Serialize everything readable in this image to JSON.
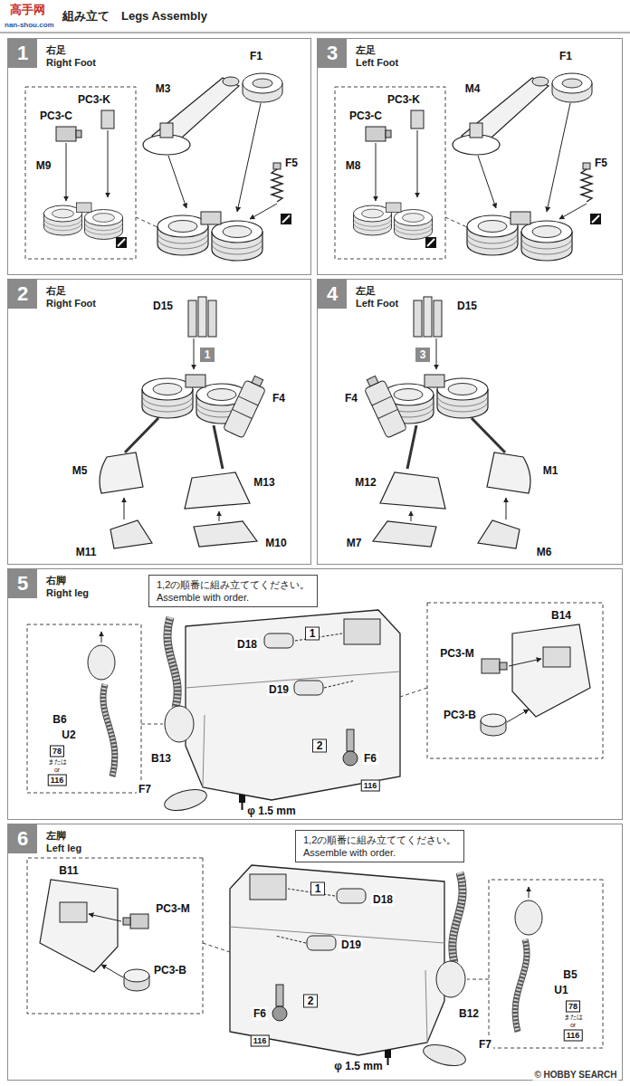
{
  "diagram": {
    "title": "組み立て　Legs Assembly",
    "nodes": [
      {
        "text": [
          "右足",
          "Right Foot"
        ]
      },
      {
        "text": [
          "1"
        ],
        "in": 0
      },
      {
        "text": [
          "左足",
          "Left Foot"
        ]
      },
      {
        "text": [
          "3"
        ],
        "in": 2
      },
      {
        "text": [
          "右足",
          "Right Foot"
        ]
      },
      {
        "text": [
          "2"
        ],
        "in": 4
      },
      {
        "text": [
          "左足",
          "Left Foot"
        ]
      },
      {
        "text": [
          "4"
        ],
        "in": 6
      },
      {
        "text": [
          "右脚",
          "Right leg"
        ]
      },
      {
        "text": [
          "5"
        ],
        "in": 8
      },
      {
        "text": [
          "1,2の順番に組み立ててください。",
          "Assemble with order."
        ],
        "in": 8
      },
      {
        "text": [
          "左脚",
          "Left leg"
        ]
      },
      {
        "text": [
          "6"
        ],
        "in": 11
      },
      {
        "text": [
          "1,2の順番に組み立ててください。",
          "Assemble with order."
        ],
        "in": 11
      }
    ],
    "labels": [
      "M3",
      "F1",
      "PC3-K",
      "PC3-C",
      "M9",
      "F5",
      "F1",
      "M4",
      "PC3-K",
      "PC3-C",
      "M8",
      "F5",
      "D15",
      "1",
      "F4",
      "M5",
      "M13",
      "M11",
      "M10",
      "D15",
      "3",
      "F4",
      "M12",
      "M1",
      "M7",
      "M6",
      "1",
      "D18",
      "D19",
      "2",
      "B14",
      "PC3-M",
      "PC3-B",
      "B6",
      "U2",
      "78",
      "または",
      "or",
      "116",
      "B13",
      "F6",
      "116",
      "F7",
      "φ 1.5 mm",
      "1",
      "D18",
      "D19",
      "B11",
      "PC3-M",
      "PC3-B",
      "F6",
      "116",
      "2",
      "B12",
      "F7",
      "φ 1.5 mm",
      "B5",
      "U1",
      "78",
      "または",
      "or",
      "116",
      "高手网",
      "nan-shou.com",
      "© HOBBY SEARCH"
    ]
  }
}
